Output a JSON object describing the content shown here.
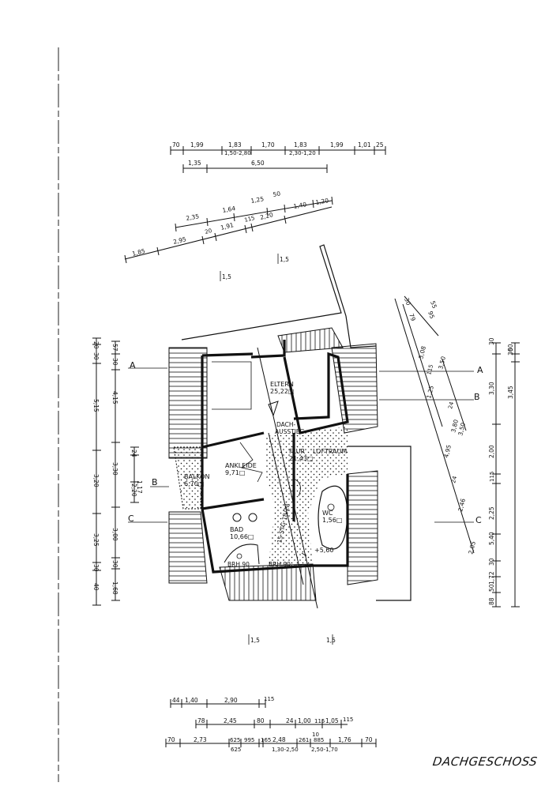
{
  "drawing": {
    "sheet_title": "DACHGESCHOSS",
    "rooms": [
      {
        "name": "ELTERN",
        "area": "25,22□"
      },
      {
        "name": "ANKLEIDE",
        "area": "9,71□"
      },
      {
        "name": "BALKON",
        "area": "6,70□"
      },
      {
        "name": "FLUR",
        "area": "21,43□"
      },
      {
        "name": "LOFTRAUM",
        "area": ""
      },
      {
        "name": "BAD",
        "area": "10,66□"
      },
      {
        "name": "WC",
        "area": "1,56□"
      }
    ],
    "annotations": {
      "dachausstieg_1": "DACH-",
      "dachausstieg_2": "AUSSTIEG",
      "stair": "15 STG 18/28",
      "level": "+5,60",
      "brh_left": "BRH 90",
      "brh_right": "BRH 90",
      "slope_top_1": "1,5",
      "slope_top_2": "1,5",
      "slope_bottom_1": "1,5",
      "slope_bottom_2": "1,5"
    },
    "section_marks": {
      "a": "A",
      "b": "B",
      "c": "C"
    },
    "dims_top_row1": [
      "70",
      "1,99",
      "1,83",
      "1,70",
      "1,83",
      "1,99",
      "1,01",
      "25"
    ],
    "dims_top_row1_sub": [
      "1,50-2,80",
      "2,30-1,20"
    ],
    "dims_top_row2": [
      "1,35",
      "6,50"
    ],
    "dims_diag_upper": [
      "2,35",
      "1,64",
      "1,25",
      "50",
      "1,40",
      "1,20"
    ],
    "dims_diag_lower": [
      "1,85",
      "2,95",
      "20",
      "1,91",
      "115",
      "2,20"
    ],
    "dims_left_outer": [
      "20",
      "30",
      "5,15",
      "3,20",
      "3,25",
      "30",
      "40"
    ],
    "dims_left_inner": [
      "57",
      "30",
      "4,15",
      "3,30",
      "3,00",
      "30",
      "1,68"
    ],
    "dims_left_small": [
      "24",
      "1,17",
      "2,20"
    ],
    "dims_right_diag_outer": [
      "30",
      "79",
      "95",
      "55"
    ],
    "dims_right_diag_mid": [
      "3,08",
      "3,50",
      "1,25",
      "115",
      "24",
      "3,50",
      "3,80",
      "4,95",
      "24",
      "2,46",
      "2,05"
    ],
    "dims_right_vertical_inner": [
      "30",
      "3,30",
      "2,00",
      "115",
      "2,25",
      "5,40",
      "30",
      "1,72",
      "50",
      "88"
    ],
    "dims_right_vertical_outer": [
      "30",
      "60",
      "3,45"
    ],
    "dims_bottom_row1": [
      "44",
      "1,40",
      "2,90",
      "115"
    ],
    "dims_bottom_row2": [
      "78",
      "2,45",
      "80",
      "24",
      "1,00",
      "115",
      "1,05",
      "115"
    ],
    "dims_bottom_row3": [
      "70",
      "2,73",
      "625",
      "995",
      "165",
      "2,48",
      "261",
      "885",
      "1,76",
      "70"
    ],
    "dims_bottom_row3_sub": [
      "625",
      "1,30-2,50",
      "2,50-1,70",
      "10"
    ]
  }
}
